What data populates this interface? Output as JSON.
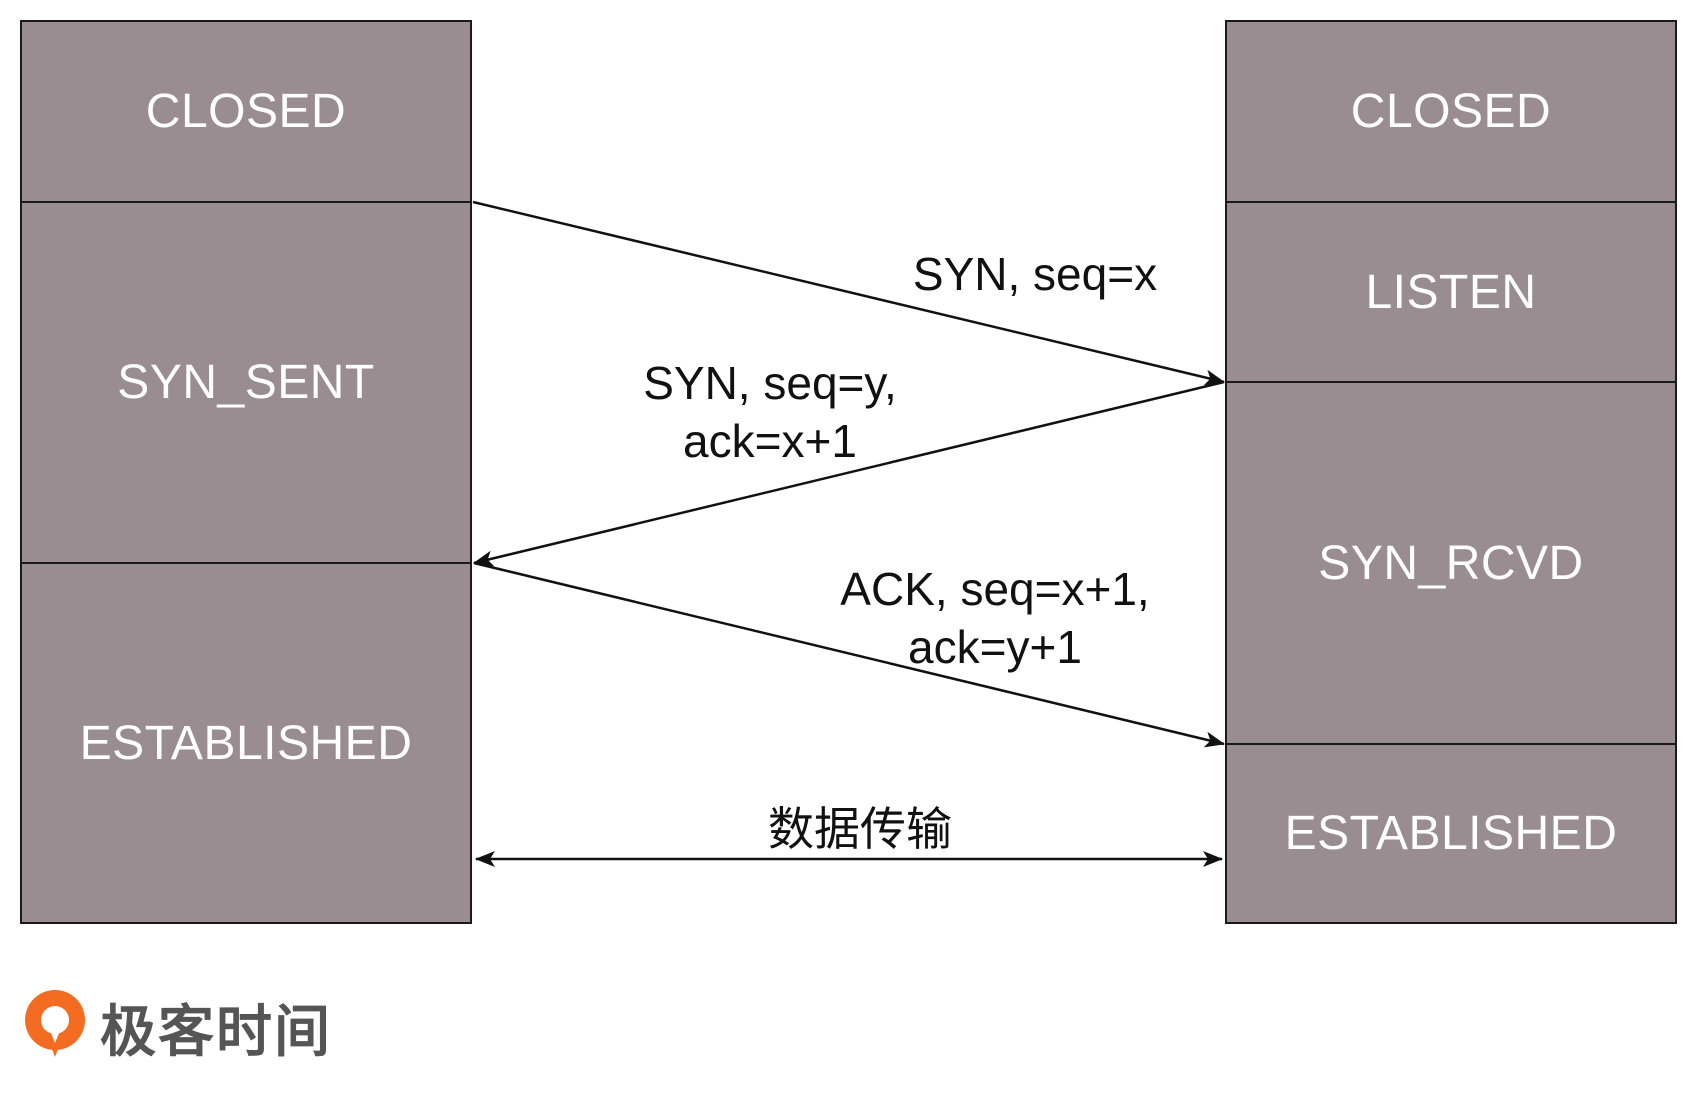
{
  "client": {
    "states": [
      "CLOSED",
      "SYN_SENT",
      "ESTABLISHED"
    ]
  },
  "server": {
    "states": [
      "CLOSED",
      "LISTEN",
      "SYN_RCVD",
      "ESTABLISHED"
    ]
  },
  "messages": [
    {
      "lines": [
        "SYN, seq=x"
      ]
    },
    {
      "lines": [
        "SYN, seq=y,",
        "ack=x+1"
      ]
    },
    {
      "lines": [
        "ACK, seq=x+1,",
        "ack=y+1"
      ]
    },
    {
      "lines": [
        "数据传输"
      ]
    }
  ],
  "logo": {
    "text": "极客时间",
    "icon": "geektime-logo-icon"
  },
  "colors": {
    "state_fill": "#9a8d91",
    "state_text": "#ffffff",
    "line": "#111111",
    "logo_accent": "#f36c21",
    "logo_text": "#555555"
  }
}
